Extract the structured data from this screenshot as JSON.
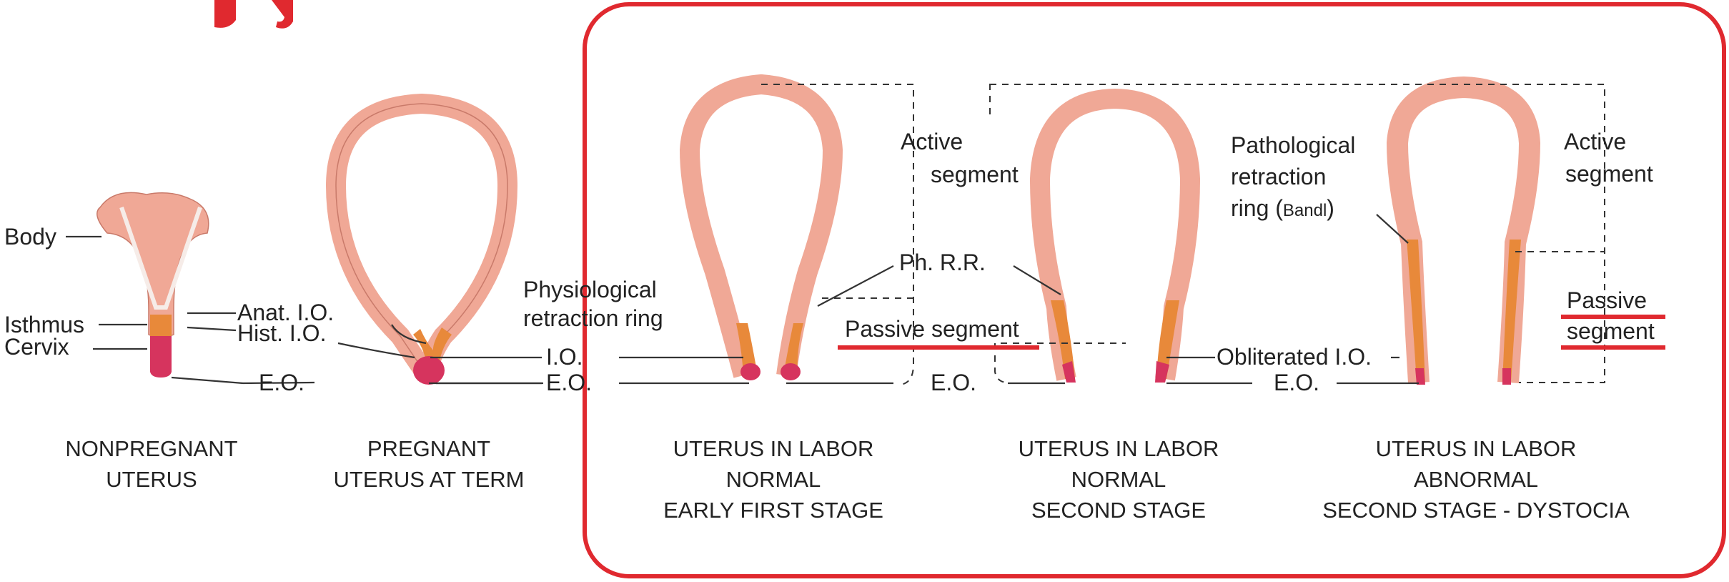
{
  "accent_color": "#e0292f",
  "tissue_colors": {
    "muscle": "#f0a896",
    "muscle_edge": "#c97a6a",
    "isthmus": "#e8893a",
    "cervix": "#d6345e"
  },
  "labels": {
    "body": "Body",
    "isthmus": "Isthmus",
    "cervix": "Cervix",
    "anat_io": "Anat. I.O.",
    "hist_io": "Hist. I.O.",
    "eo": "E.O.",
    "io": "I.O.",
    "physiological_retraction_ring": [
      "Physiological",
      "retraction ring"
    ],
    "active_segment_1": [
      "Active",
      "segment"
    ],
    "ph_rr": "Ph. R.R.",
    "passive_segment_1": "Passive segment",
    "pathological_ring": [
      "Pathological",
      "retraction",
      "ring (",
      "Bandl",
      ")"
    ],
    "active_segment_2": [
      "Active",
      "segment"
    ],
    "passive_segment_2": [
      "Passive",
      "segment"
    ],
    "obliterated_io": "Obliterated I.O."
  },
  "captions": [
    {
      "id": "nonpregnant",
      "lines": [
        "NONPREGNANT",
        "UTERUS"
      ]
    },
    {
      "id": "pregnant",
      "lines": [
        "PREGNANT",
        "UTERUS AT TERM"
      ]
    },
    {
      "id": "labor-early",
      "lines": [
        "UTERUS IN LABOR",
        "NORMAL",
        "EARLY FIRST STAGE"
      ]
    },
    {
      "id": "labor-second",
      "lines": [
        "UTERUS IN LABOR",
        "NORMAL",
        "SECOND STAGE"
      ]
    },
    {
      "id": "labor-dystocia",
      "lines": [
        "UTERUS IN LABOR",
        "ABNORMAL",
        "SECOND STAGE - DYSTOCIA"
      ]
    }
  ]
}
